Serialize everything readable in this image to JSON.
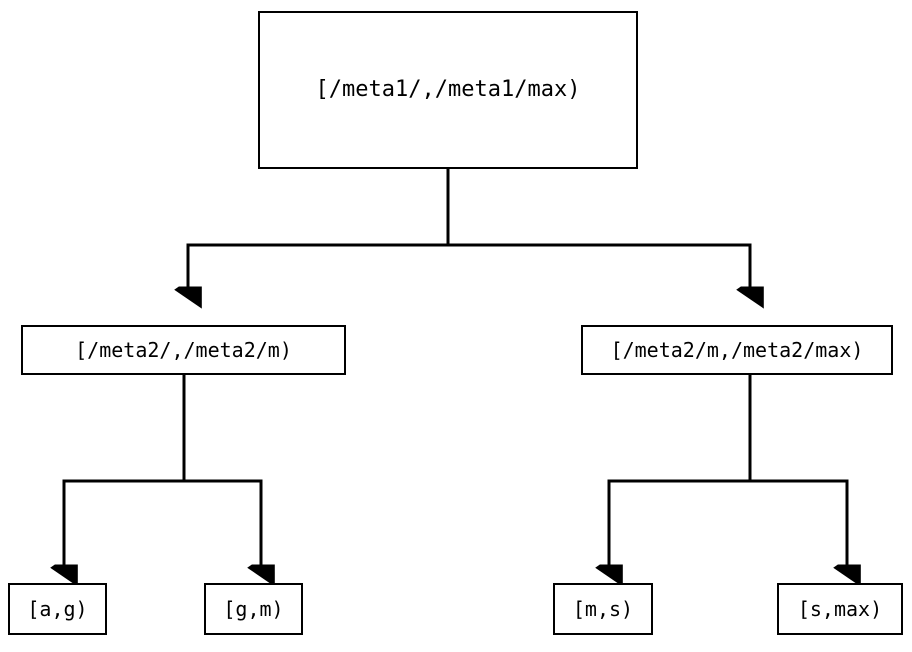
{
  "diagram": {
    "type": "binary-tree",
    "background_color": "#ffffff",
    "line_color": "#000000",
    "text_color": "#000000",
    "nodes": {
      "root": {
        "label": "[/meta1/,/meta1/max)"
      },
      "meta2_low": {
        "label": "[/meta2/,/meta2/m)"
      },
      "meta2_high": {
        "label": "[/meta2/m,/meta2/max)"
      },
      "leaf_ag": {
        "label": "[a,g)"
      },
      "leaf_gm": {
        "label": "[g,m)"
      },
      "leaf_ms": {
        "label": "[m,s)"
      },
      "leaf_smax": {
        "label": "[s,max)"
      }
    },
    "edges": [
      {
        "from": "root",
        "to": "meta2_low"
      },
      {
        "from": "root",
        "to": "meta2_high"
      },
      {
        "from": "meta2_low",
        "to": "leaf_ag"
      },
      {
        "from": "meta2_low",
        "to": "leaf_gm"
      },
      {
        "from": "meta2_high",
        "to": "leaf_ms"
      },
      {
        "from": "meta2_high",
        "to": "leaf_smax"
      }
    ]
  }
}
